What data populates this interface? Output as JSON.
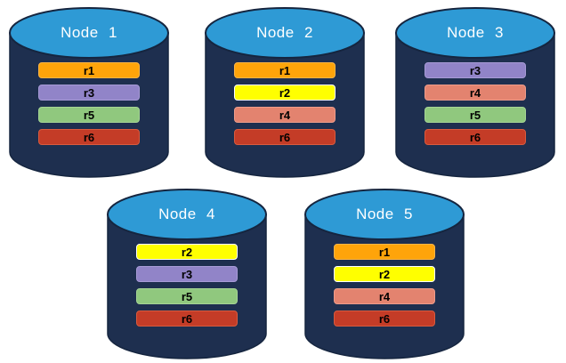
{
  "diagram": {
    "background_color": "#ffffff",
    "cylinder": {
      "body_color": "#1E2F4F",
      "top_color": "#2E9AD5",
      "outline_color": "#15253F"
    },
    "nodes": [
      {
        "title": "Node 1",
        "replicas": [
          {
            "label": "r1",
            "color": "#FFA40A",
            "border_color": "#FFB545"
          },
          {
            "label": "r3",
            "color": "#9184C8",
            "border_color": "#A79BD6"
          },
          {
            "label": "r5",
            "color": "#90C87E",
            "border_color": "#A6D595"
          },
          {
            "label": "r6",
            "color": "#C43C27",
            "border_color": "#D95B3E"
          }
        ]
      },
      {
        "title": "Node 2",
        "replicas": [
          {
            "label": "r1",
            "color": "#FFA40A",
            "border_color": "#FFB545"
          },
          {
            "label": "r2",
            "color": "#FFFF00",
            "border_color": "#FFFFFF"
          },
          {
            "label": "r4",
            "color": "#E3836F",
            "border_color": "#ED9C8A"
          },
          {
            "label": "r6",
            "color": "#C43C27",
            "border_color": "#D95B3E"
          }
        ]
      },
      {
        "title": "Node 3",
        "replicas": [
          {
            "label": "r3",
            "color": "#9184C8",
            "border_color": "#A79BD6"
          },
          {
            "label": "r4",
            "color": "#E3836F",
            "border_color": "#ED9C8A"
          },
          {
            "label": "r5",
            "color": "#90C87E",
            "border_color": "#A6D595"
          },
          {
            "label": "r6",
            "color": "#C43C27",
            "border_color": "#D95B3E"
          }
        ]
      },
      {
        "title": "Node 4",
        "replicas": [
          {
            "label": "r2",
            "color": "#FFFF00",
            "border_color": "#FFFFFF"
          },
          {
            "label": "r3",
            "color": "#9184C8",
            "border_color": "#A79BD6"
          },
          {
            "label": "r5",
            "color": "#90C87E",
            "border_color": "#A6D595"
          },
          {
            "label": "r6",
            "color": "#C43C27",
            "border_color": "#D95B3E"
          }
        ]
      },
      {
        "title": "Node 5",
        "replicas": [
          {
            "label": "r1",
            "color": "#FFA40A",
            "border_color": "#FFB545"
          },
          {
            "label": "r2",
            "color": "#FFFF00",
            "border_color": "#FFFFFF"
          },
          {
            "label": "r4",
            "color": "#E3836F",
            "border_color": "#ED9C8A"
          },
          {
            "label": "r6",
            "color": "#C43C27",
            "border_color": "#D95B3E"
          }
        ]
      }
    ]
  }
}
